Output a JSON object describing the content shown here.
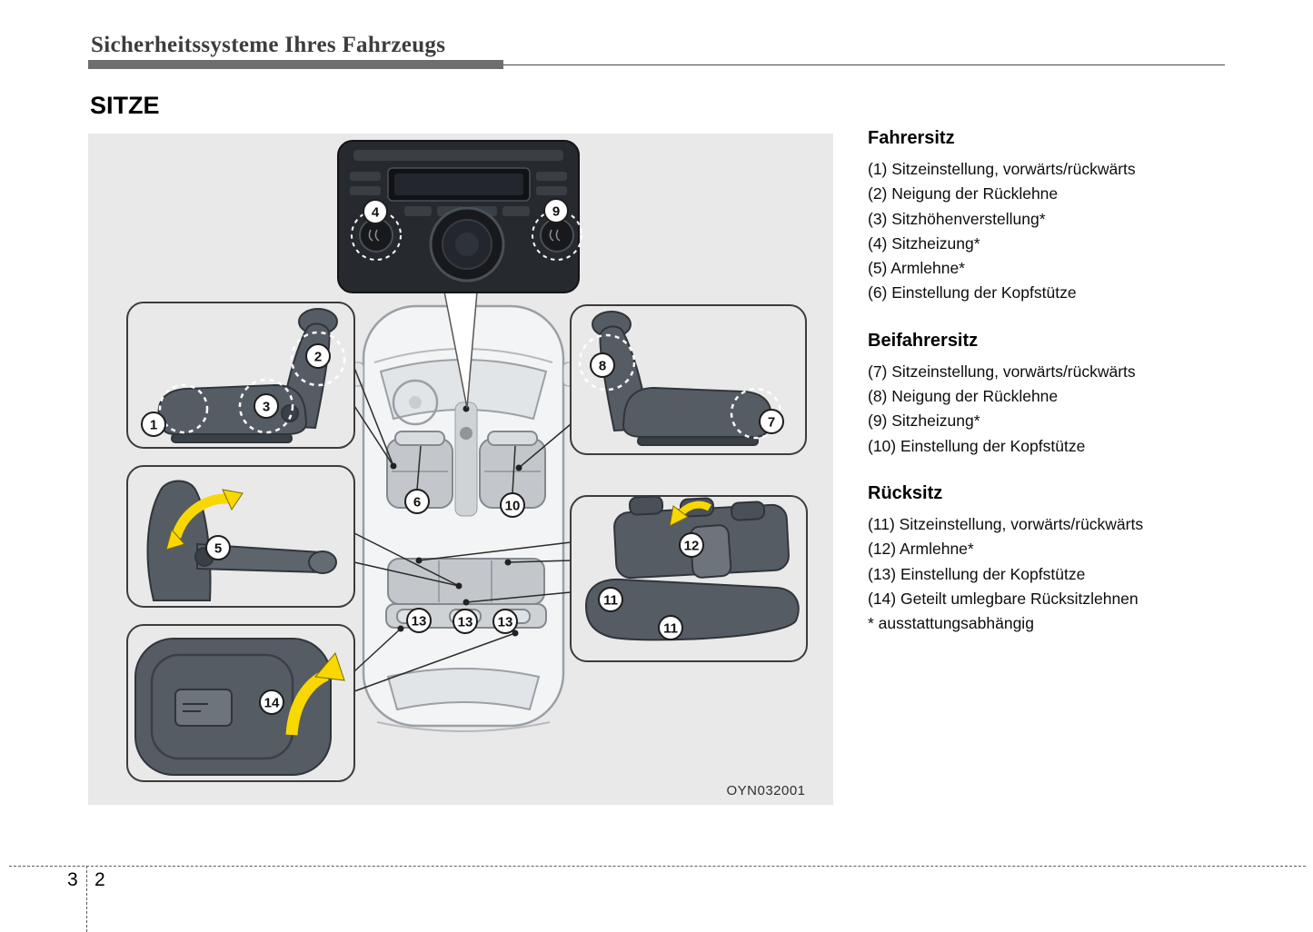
{
  "header": {
    "title": "Sicherheitssysteme Ihres Fahrzeugs"
  },
  "page": {
    "section_title": "SITZE",
    "figure_code": "OYN032001",
    "chapter_number": "3",
    "page_number": "2"
  },
  "legend": {
    "sections": [
      {
        "title": "Fahrersitz",
        "items": [
          "(1) Sitzeinstellung, vorwärts/rückwärts",
          "(2) Neigung der Rücklehne",
          "(3) Sitzhöhenverstellung*",
          "(4) Sitzheizung*",
          "(5) Armlehne*",
          "(6) Einstellung der Kopfstütze"
        ]
      },
      {
        "title": "Beifahrersitz",
        "items": [
          "(7) Sitzeinstellung, vorwärts/rückwärts",
          "(8) Neigung der Rücklehne",
          "(9) Sitzheizung*",
          "(10) Einstellung der Kopfstütze"
        ]
      },
      {
        "title": "Rücksitz",
        "items": [
          "(11) Sitzeinstellung, vorwärts/rückwärts",
          "(12) Armlehne*",
          "(13) Einstellung der Kopfstütze",
          "(14) Geteilt umlegbare Rücksitzlehnen",
          "* ausstattungsabhängig"
        ]
      }
    ]
  },
  "diagram": {
    "callouts": [
      "1",
      "2",
      "3",
      "4",
      "5",
      "6",
      "7",
      "8",
      "9",
      "10",
      "11",
      "12",
      "13",
      "14"
    ],
    "colors": {
      "arrow_accent": "#f8d800",
      "diagram_background": "#e9e9e9",
      "seat_fill": "#565c64",
      "header_bar": "#6e6e6e"
    }
  }
}
